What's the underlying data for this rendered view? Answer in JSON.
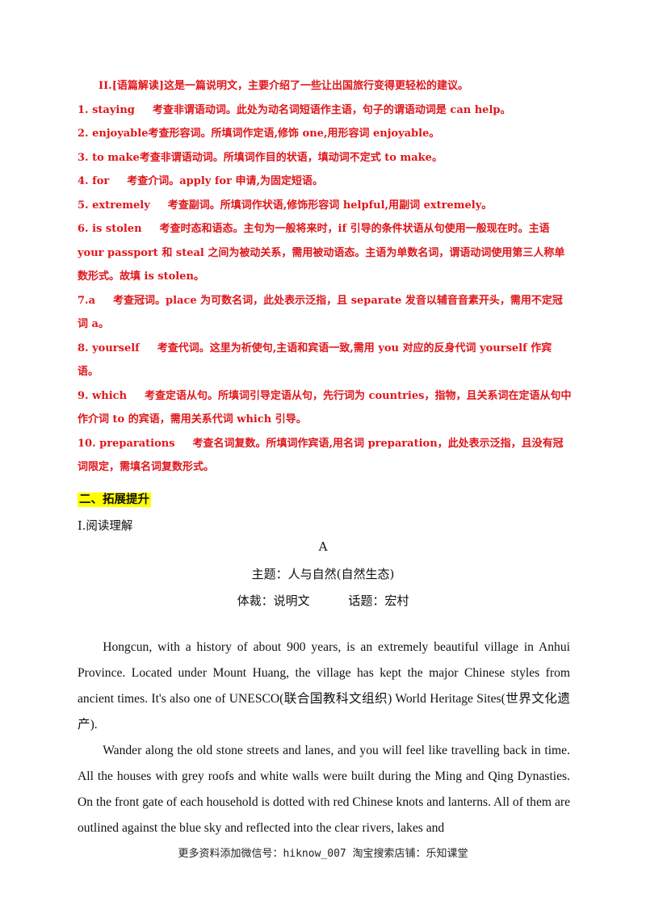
{
  "analysis": {
    "intro": "II.[语篇解读]这是一篇说明文，主要介绍了一些让出国旅行变得更轻松的建议。",
    "items": [
      {
        "answer": "1. staying",
        "explanation": "考查非谓语动词。此处为动名词短语作主语，句子的谓语动词是 can help。"
      },
      {
        "answer": "2. enjoyable",
        "explanation": "考查形容词。所填词作定语,修饰 one,用形容词 enjoyable。"
      },
      {
        "answer": "3. to make",
        "explanation": "考查非谓语动词。所填词作目的状语，填动词不定式 to make。"
      },
      {
        "answer": "4. for",
        "explanation": "考查介词。apply for 申请,为固定短语。"
      },
      {
        "answer": "5. extremely",
        "explanation": "考查副词。所填词作状语,修饰形容词 helpful,用副词 extremely。"
      },
      {
        "answer": "6. is stolen",
        "explanation": "考查时态和语态。主句为一般将来时，if 引导的条件状语从句使用一般现在时。主语 your passport 和 steal 之间为被动关系，需用被动语态。主语为单数名词，谓语动词使用第三人称单数形式。故填 is stolen。"
      },
      {
        "answer": "7.a",
        "explanation": "考查冠词。place 为可数名词，此处表示泛指，且 separate 发音以辅音音素开头，需用不定冠词 a。"
      },
      {
        "answer": "8. yourself",
        "explanation": "考查代词。这里为祈使句,主语和宾语一致,需用 you 对应的反身代词 yourself 作宾语。"
      },
      {
        "answer": "9. which",
        "explanation": "考查定语从句。所填词引导定语从句，先行词为 countries，指物，且关系词在定语从句中作介词 to 的宾语，需用关系代词 which 引导。"
      },
      {
        "answer": "10. preparations",
        "explanation": "考查名词复数。所填词作宾语,用名词 preparation，此处表示泛指，且没有冠词限定，需填名词复数形式。"
      }
    ]
  },
  "section": {
    "heading": "二、拓展提升",
    "subheading": "I.阅读理解",
    "passage_letter": "A",
    "theme": "主题：人与自然(自然生态)",
    "genre_topic": "体裁：说明文          话题：宏村"
  },
  "passage": {
    "paragraphs": [
      "Hongcun, with a history of about 900 years, is an  extremely beautiful village in Anhui Province. Located under  Mount Huang, the village has kept the major Chinese styles  from ancient times. It's also one of UNESCO(联合国教科文组织) World Heritage Sites(世界文化遗产).",
      "Wander along the old stone streets and lanes, and you will  feel like travelling back in time. All the houses with grey roofs  and white walls were built during the Ming and Qing Dynasties.  On the front gate of each household is dotted with red Chinese  knots and lanterns. All of them are outlined against the blue sky  and reflected into the clear rivers, lakes and"
    ]
  },
  "footer": {
    "text": "更多资料添加微信号：hiknow_007  淘宝搜索店铺：乐知课堂"
  },
  "colors": {
    "answer_red": "#e0161b",
    "highlight_yellow": "#ffff00"
  }
}
